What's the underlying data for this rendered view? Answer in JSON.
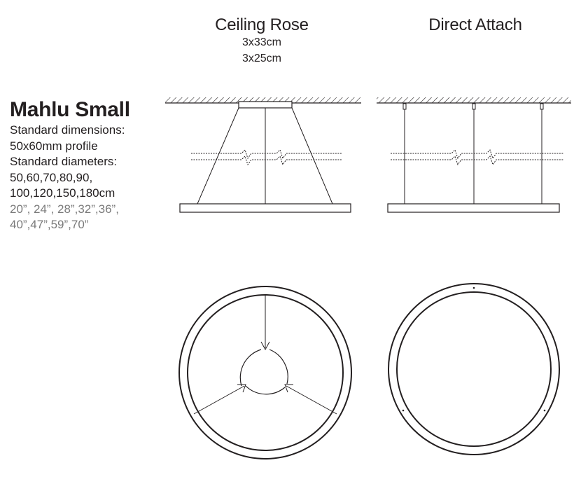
{
  "headers": {
    "ceiling_rose": "Ceiling Rose",
    "ceiling_rose_size_1": "3x33cm",
    "ceiling_rose_size_2": "3x25cm",
    "direct_attach": "Direct Attach"
  },
  "product": {
    "name": "Mahlu Small",
    "dim_label": "Standard dimensions:",
    "profile": "50x60mm profile",
    "diam_label": "Standard diameters:",
    "diam_cm_1": "50,60,70,80,90,",
    "diam_cm_2": "100,120,150,180cm",
    "diam_in_1": "20”, 24”, 28”,32”,36”,",
    "diam_in_2": "40”,47”,59”,70”"
  },
  "colors": {
    "line": "#231f20",
    "secondary_text": "#7a7a7a"
  }
}
